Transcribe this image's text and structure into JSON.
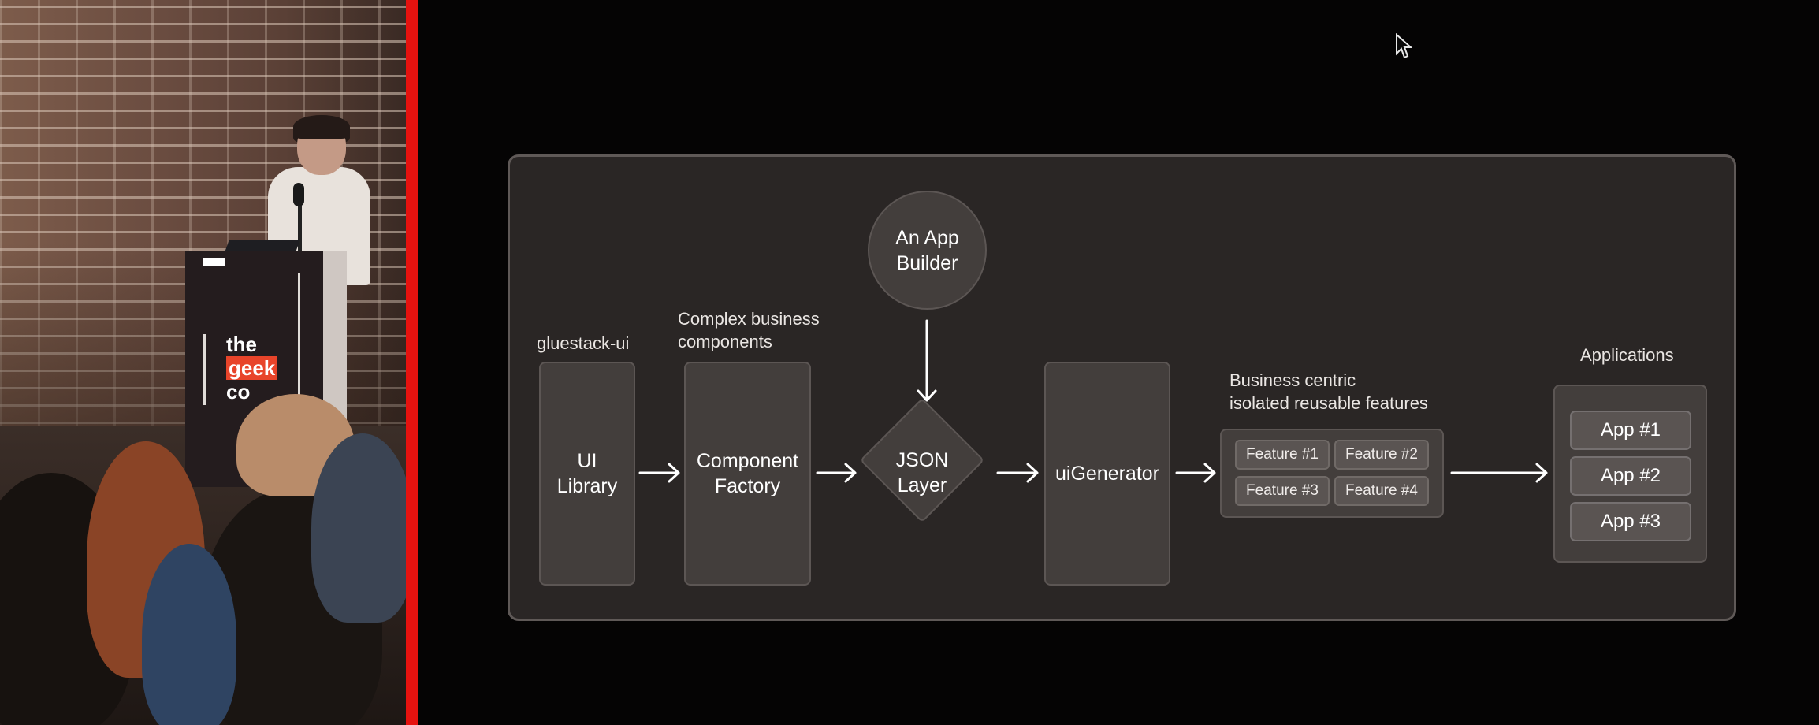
{
  "video": {
    "podium_logo_line1": "the",
    "podium_logo_line2": "geek",
    "podium_logo_line3": "co"
  },
  "diagram": {
    "nodes": {
      "ui_library": {
        "caption": "gluestack-ui",
        "label_line1": "UI",
        "label_line2": "Library"
      },
      "component_factory": {
        "caption_line1": "Complex business",
        "caption_line2": "components",
        "label_line1": "Component",
        "label_line2": "Factory"
      },
      "app_builder": {
        "label_line1": "An App",
        "label_line2": "Builder"
      },
      "json_layer": {
        "label_line1": "JSON",
        "label_line2": "Layer"
      },
      "ui_generator": {
        "label": "uiGenerator"
      },
      "features": {
        "caption_line1": "Business centric",
        "caption_line2": "isolated reusable features",
        "items": [
          "Feature #1",
          "Feature #2",
          "Feature #3",
          "Feature #4"
        ]
      },
      "applications": {
        "caption": "Applications",
        "items": [
          "App #1",
          "App #2",
          "App #3"
        ]
      }
    },
    "edges": [
      {
        "from": "UI Library",
        "to": "Component Factory"
      },
      {
        "from": "Component Factory",
        "to": "JSON Layer"
      },
      {
        "from": "An App Builder",
        "to": "JSON Layer"
      },
      {
        "from": "JSON Layer",
        "to": "uiGenerator"
      },
      {
        "from": "uiGenerator",
        "to": "Business centric isolated reusable features"
      },
      {
        "from": "Business centric isolated reusable features",
        "to": "Applications"
      }
    ]
  },
  "colors": {
    "accent_bar": "#e6120f",
    "panel_bg": "#2a2625",
    "node_bg": "#433e3c",
    "arrow": "#ffffff"
  }
}
